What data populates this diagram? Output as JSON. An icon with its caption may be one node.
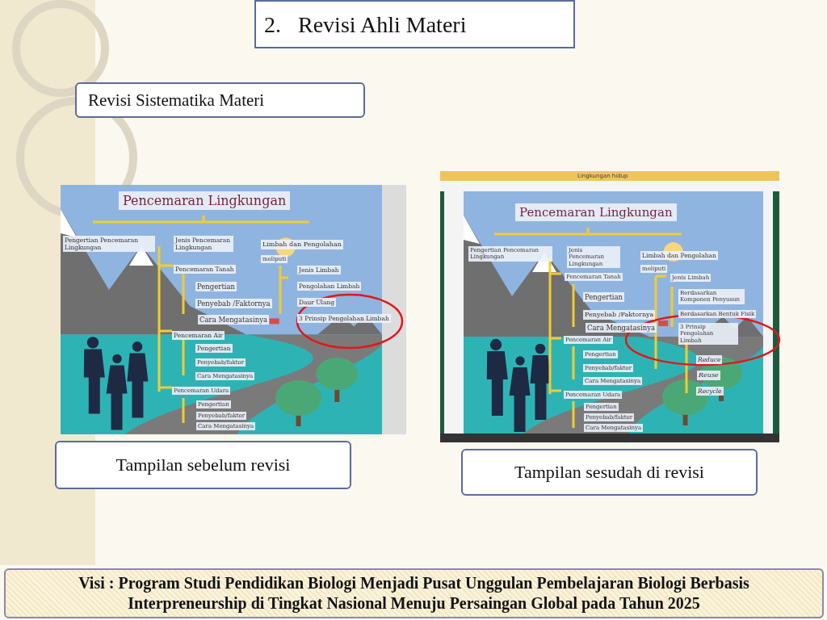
{
  "diagram": {
    "nodes": [
      {
        "text": [
          "2.   Revisi Ahli Materi"
        ]
      },
      {
        "text": [
          "Revisi Sistematika Materi"
        ]
      },
      {
        "text": [],
        "shape": "picture"
      },
      {
        "text": [],
        "shape": "picture"
      },
      {
        "text": [
          "Tampilan sebelum revisi"
        ]
      },
      {
        "text": [
          "Tampilan sesudah di revisi"
        ]
      },
      {
        "text": [
          "Visi : Program Studi Pendidikan Biologi Menjadi Pusat Unggulan Pembelajaran Biologi Berbasis Interpreneurship di Tingkat Nasional Menuju Persaingan Global pada Tahun 2025"
        ]
      }
    ],
    "edges": [],
    "labels": [
      "Pencemaran Lingkungan",
      "Pengertian Pencemaran Lingkungan",
      "Jenis Pencemaran Lingkungan",
      "Limbah dan Pengolahan",
      "meliputi",
      "Pencemaran Tanah",
      "Jenis Limbah",
      "Pengertian",
      "Pengolahan Limbah",
      "Penyebab /Faktornya",
      "Daur Ulang",
      "Cara Mengatasinya",
      "3 Prinsip Pengolahan Limbah",
      "Pencemaran Air",
      "Pengertian",
      "Penyebab/faktor",
      "Cara Mengatasinya",
      "Pencemaran Udara",
      "Pengertian",
      "Penyebab/faktor",
      "Cara Mengatasinya",
      "Lingkungan hidup",
      "Pencemaran Lingkungan",
      "Pengertian Pencemaran Lingkungan",
      "Jenis Pencemaran Lingkungan",
      "Limbah dan Pengolahan",
      "meliputi",
      "Pencemaran Tanah",
      "Jenis Limbah",
      "Berdasarkan Komponen Penyusun",
      "Pengertian",
      "Penyebab /Faktornya",
      "Berdasarkan Bentuk Fisik",
      "Cara Mengatasinya",
      "3 Prinsip Pengolahan Limbah",
      "Pencemaran Air",
      "Pengertian",
      "Reduce",
      "Penyebab/faktor",
      "Reuse",
      "Cara Mengatasinya",
      "Pencemaran Udara",
      "Recycle",
      "Pengertian",
      "Penyebab/faktor",
      "Cara Mengatasinya"
    ]
  }
}
